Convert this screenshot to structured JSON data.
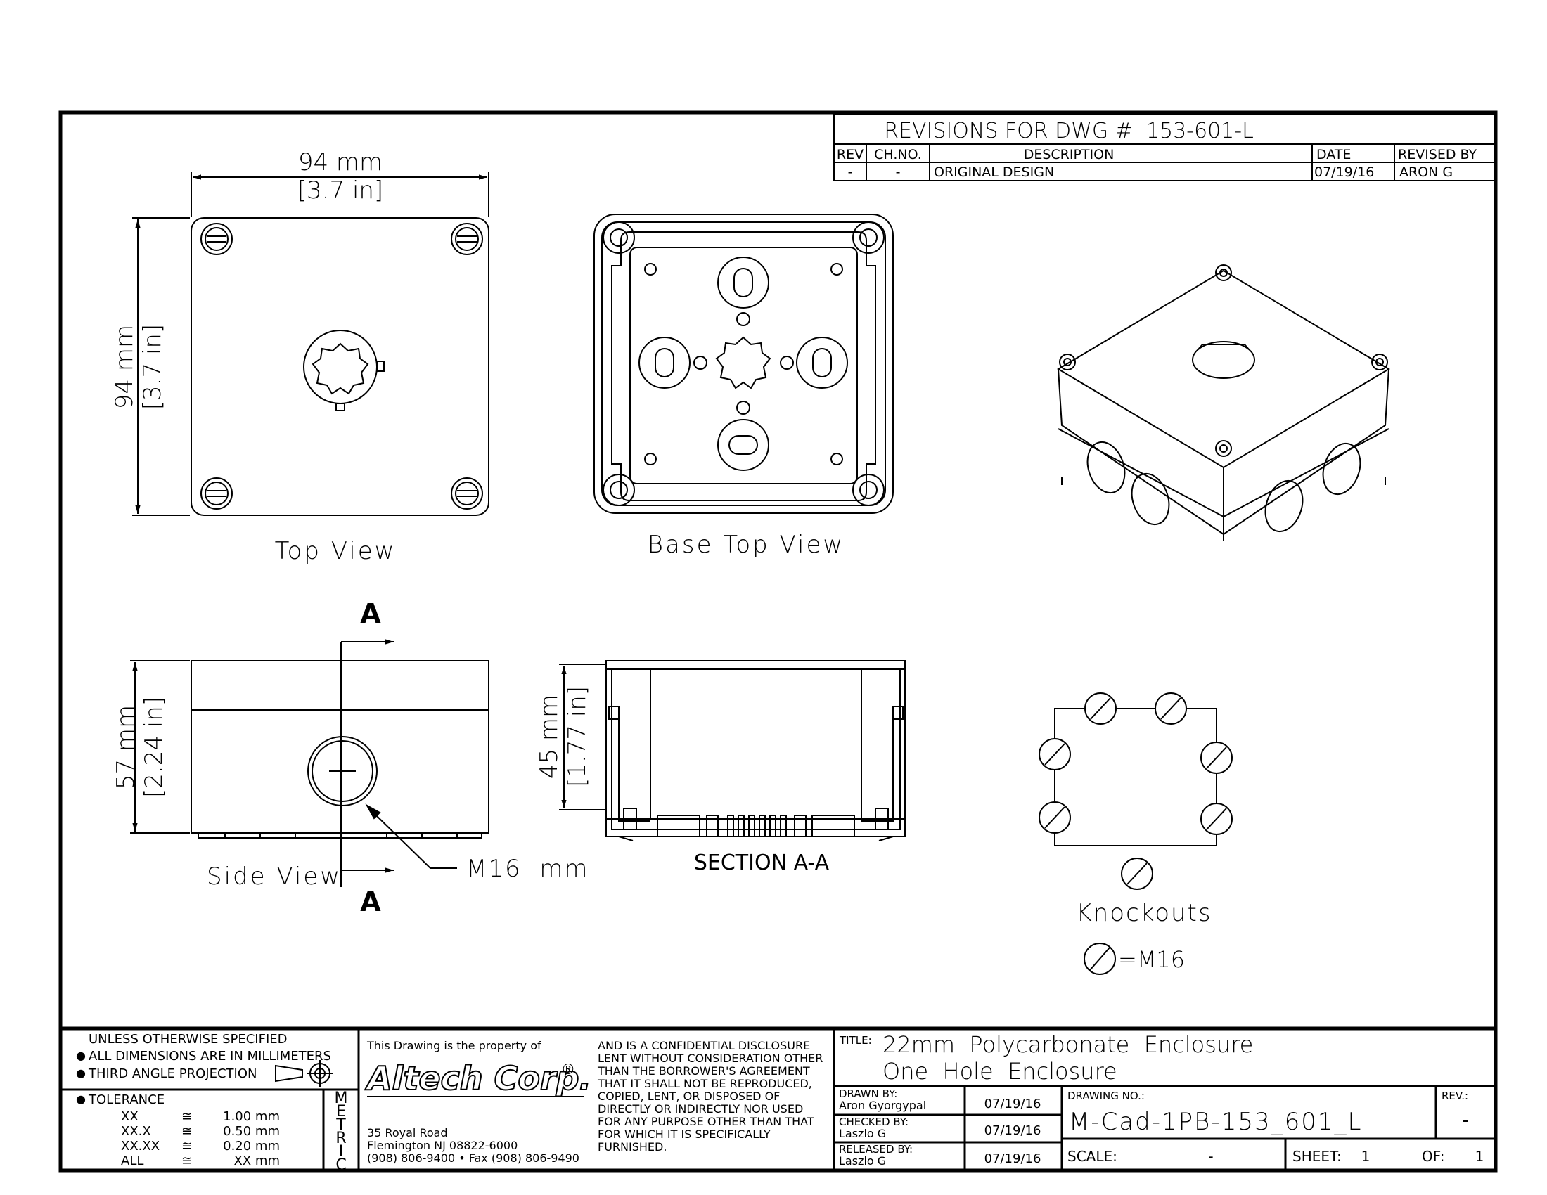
{
  "revisions": {
    "title": "REVISIONS FOR DWG #  153-601-L",
    "headers": {
      "rev": "REV",
      "chno": "CH.NO.",
      "description": "DESCRIPTION",
      "date": "DATE",
      "revised_by": "REVISED BY"
    },
    "rows": [
      {
        "rev": "-",
        "chno": "-",
        "description": "ORIGINAL DESIGN",
        "date": "07/19/16",
        "revised_by": "ARON G"
      }
    ]
  },
  "views": {
    "top_width_mm": "94 mm",
    "top_width_in": "[3.7 in]",
    "top_height_mm": "94 mm",
    "top_height_in": "[3.7 in]",
    "top_label": "Top View",
    "base_label": "Base Top View",
    "side_height_mm": "57 mm",
    "side_height_in": "[2.24 in]",
    "side_label": "Side View",
    "section_marker_top": "A",
    "section_marker_bottom": "A",
    "hole_label": "M16  mm",
    "section_height_mm": "45 mm",
    "section_height_in": "[1.77 in]",
    "section_label": "SECTION A-A",
    "knockouts_label": "Knockouts",
    "knockout_legend": "=M16"
  },
  "title_block": {
    "spec_heading": "UNLESS OTHERWISE SPECIFIED",
    "spec_dims": "ALL DIMENSIONS ARE IN MILLIMETERS",
    "spec_projection": "THIRD ANGLE PROJECTION",
    "tolerance_heading": "TOLERANCE",
    "tolerances": [
      {
        "label": "XX",
        "sym": "≅",
        "value": "1.00 mm"
      },
      {
        "label": "XX.X",
        "sym": "≅",
        "value": "0.50 mm"
      },
      {
        "label": "XX.XX",
        "sym": "≅",
        "value": "0.20 mm"
      },
      {
        "label": "ALL",
        "sym": "≅",
        "value": "XX mm"
      }
    ],
    "metric_letters": [
      "M",
      "E",
      "T",
      "R",
      "I",
      "C"
    ],
    "property_of": "This Drawing is the property of",
    "company": "Altech Corp.",
    "registered": "®",
    "address_1": "35 Royal Road",
    "address_2": "Flemington NJ 08822-6000",
    "phone": "(908) 806-9400 • Fax (908) 806-9490",
    "disclosure_lines": [
      "AND IS A CONFIDENTIAL DISCLOSURE",
      "LENT WITHOUT CONSIDERATION OTHER",
      "THAN THE BORROWER'S AGREEMENT",
      "THAT IT SHALL NOT BE REPRODUCED,",
      "COPIED, LENT, OR DISPOSED OF",
      "DIRECTLY OR INDIRECTLY NOR USED",
      "FOR ANY PURPOSE OTHER THAN THAT",
      "FOR WHICH IT IS SPECIFICALLY",
      "FURNISHED."
    ],
    "title_label": "TITLE:",
    "title_line_1": "22mm  Polycarbonate  Enclosure",
    "title_line_2": "One  Hole  Enclosure",
    "drawn_by_label": "DRAWN BY:",
    "drawn_by": "Aron Gyorgypal",
    "drawn_date": "07/19/16",
    "checked_by_label": "CHECKED BY:",
    "checked_by": "Laszlo G",
    "checked_date": "07/19/16",
    "released_by_label": "RELEASED BY:",
    "released_by": "Laszlo G",
    "released_date": "07/19/16",
    "drawing_no_label": "DRAWING NO.:",
    "drawing_no": "M-Cad-1PB-153_601_L",
    "rev_label": "REV.:",
    "rev_value": "-",
    "scale_label": "SCALE:",
    "scale_value": "-",
    "sheet_label": "SHEET:",
    "sheet_value": "1",
    "of_label": "OF:",
    "of_value": "1"
  }
}
